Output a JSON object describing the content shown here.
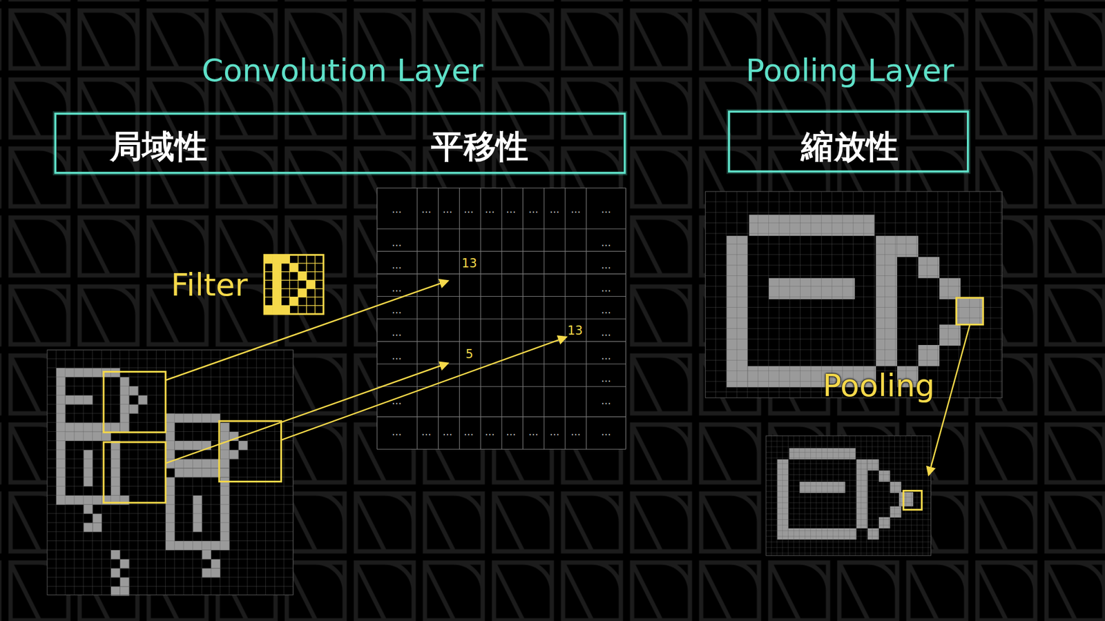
{
  "diagram": {
    "nodes": [
      {
        "text": [
          "Convolution Layer",
          "局域性",
          "平移性"
        ]
      },
      {
        "text": [
          "Pooling Layer",
          "縮放性"
        ]
      }
    ],
    "labels": [
      "Filter",
      "13",
      "13",
      "5",
      "Pooling",
      "…",
      "…",
      "…",
      "…",
      "…",
      "…",
      "…",
      "…",
      "…",
      "…",
      "…",
      "…",
      "…",
      "…",
      "…",
      "…",
      "…",
      "…",
      "…",
      "…",
      "…",
      "…",
      "…",
      "…",
      "…",
      "…",
      "…",
      "…",
      "…",
      "…",
      "…",
      "…",
      "…",
      "…",
      "…"
    ]
  }
}
